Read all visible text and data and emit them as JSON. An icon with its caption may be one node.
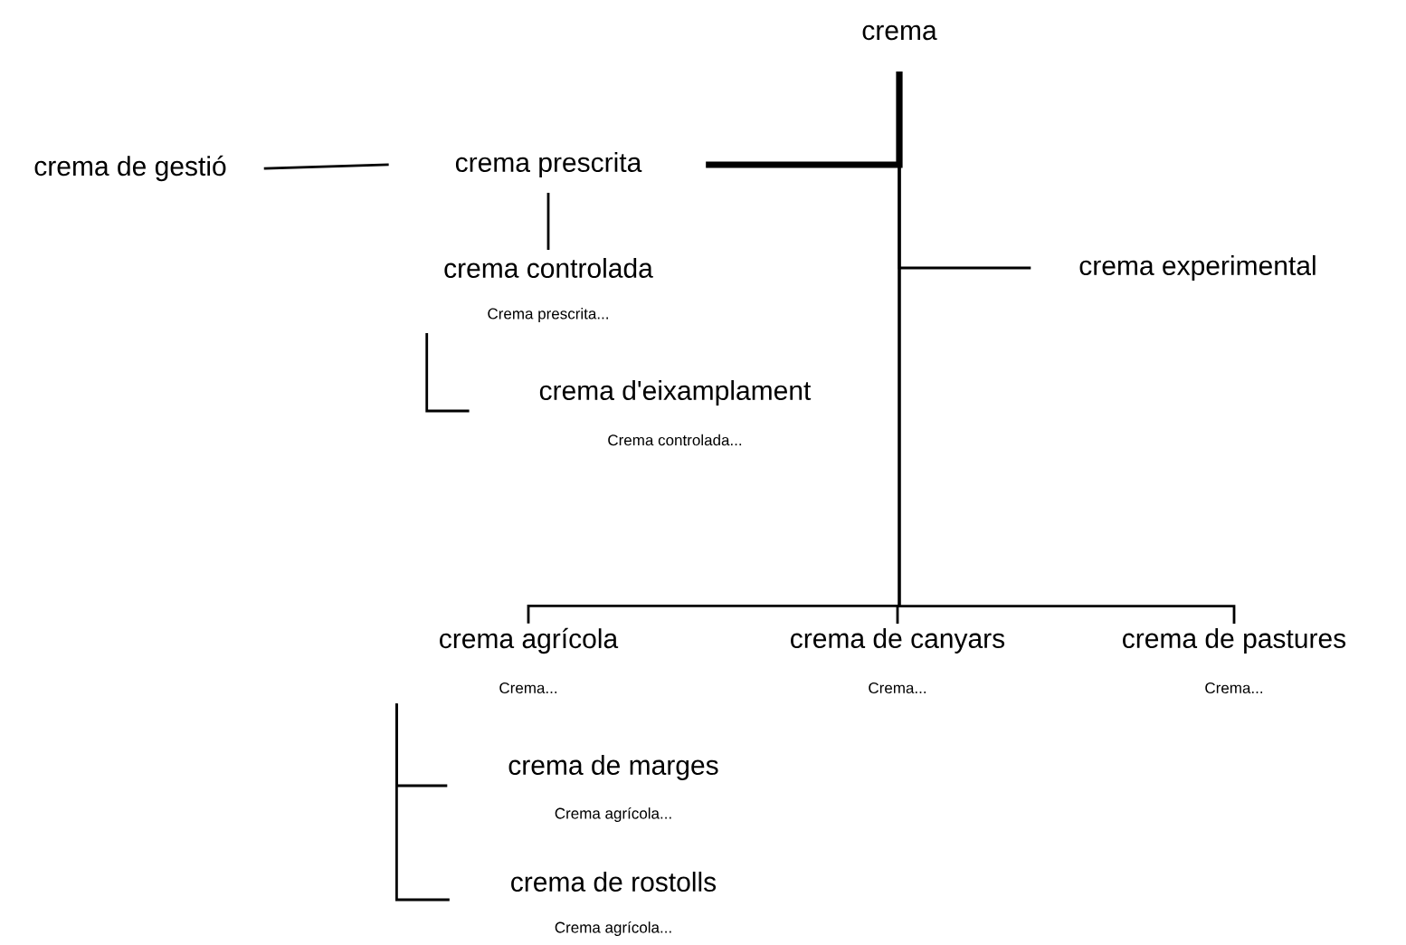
{
  "diagram": {
    "nodes": [
      {
        "text": [
          "crema"
        ]
      },
      {
        "text": [
          "crema de gestió"
        ]
      },
      {
        "text": [
          "crema prescrita"
        ]
      },
      {
        "text": [
          "crema controlada"
        ],
        "beside": [
          "Crema prescrita..."
        ]
      },
      {
        "text": [
          "crema d'eixamplament"
        ],
        "beside": [
          "Crema controlada..."
        ]
      },
      {
        "text": [
          "crema experimental"
        ]
      },
      {
        "text": [
          "crema agrícola"
        ],
        "beside": [
          "Crema..."
        ]
      },
      {
        "text": [
          "crema de canyars"
        ],
        "beside": [
          "Crema..."
        ]
      },
      {
        "text": [
          "crema de pastures"
        ],
        "beside": [
          "Crema..."
        ]
      },
      {
        "text": [
          "crema de marges"
        ],
        "beside": [
          "Crema agrícola..."
        ]
      },
      {
        "text": [
          "crema de rostolls"
        ],
        "beside": [
          "Crema agrícola..."
        ]
      }
    ],
    "edges": [
      {
        "from": 0,
        "to": 2,
        "arrow": "none",
        "style": "thick"
      },
      {
        "from": 0,
        "to": 5,
        "arrow": "none"
      },
      {
        "from": 0,
        "to": 6,
        "arrow": "none"
      },
      {
        "from": 0,
        "to": 7,
        "arrow": "none"
      },
      {
        "from": 0,
        "to": 8,
        "arrow": "none"
      },
      {
        "from": 1,
        "to": 2,
        "arrow": "none"
      },
      {
        "from": 2,
        "to": 3,
        "arrow": "none"
      },
      {
        "from": 3,
        "to": 4,
        "arrow": "none"
      },
      {
        "from": 6,
        "to": 9,
        "arrow": "none"
      },
      {
        "from": 6,
        "to": 10,
        "arrow": "none"
      }
    ]
  }
}
